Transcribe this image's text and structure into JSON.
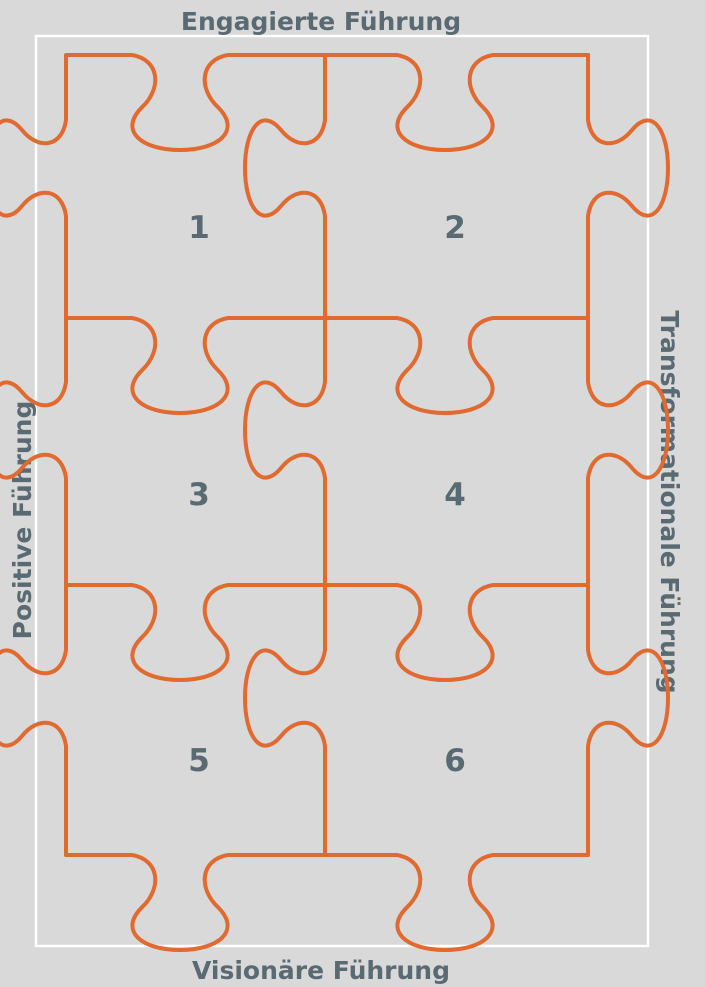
{
  "labels": {
    "top": "Engagierte Führung",
    "bottom": "Visionäre Führung",
    "left": "Positive Führung",
    "right": "Transformationale Führung"
  },
  "pieces": [
    "1",
    "2",
    "3",
    "4",
    "5",
    "6"
  ],
  "colors": {
    "background": "#d9d9d9",
    "frame": "#ffffff",
    "outline": "#e06a30",
    "text": "#5a6a72"
  }
}
